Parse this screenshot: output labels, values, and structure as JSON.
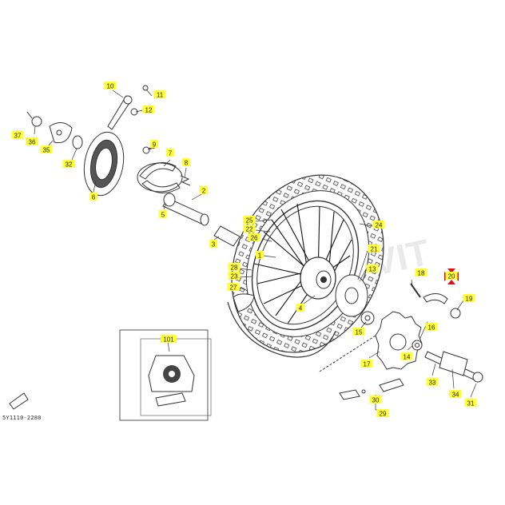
{
  "diagram_code": "5Y1110-2280",
  "watermark_text": "VIT",
  "colors": {
    "label_bg": "#ffff33",
    "ink": "#333333",
    "target": "#e01010"
  },
  "labels": [
    {
      "id": "10",
      "text": "10"
    },
    {
      "id": "11",
      "text": "11"
    },
    {
      "id": "12",
      "text": "12"
    },
    {
      "id": "37",
      "text": "37"
    },
    {
      "id": "36",
      "text": "36"
    },
    {
      "id": "35",
      "text": "35"
    },
    {
      "id": "32",
      "text": "32"
    },
    {
      "id": "6",
      "text": "6"
    },
    {
      "id": "9",
      "text": "9"
    },
    {
      "id": "7",
      "text": "7"
    },
    {
      "id": "8",
      "text": "8"
    },
    {
      "id": "5",
      "text": "5"
    },
    {
      "id": "2",
      "text": "2"
    },
    {
      "id": "3",
      "text": "3"
    },
    {
      "id": "25",
      "text": "25"
    },
    {
      "id": "22",
      "text": "22"
    },
    {
      "id": "26",
      "text": "26"
    },
    {
      "id": "24",
      "text": "24"
    },
    {
      "id": "1",
      "text": "1"
    },
    {
      "id": "28",
      "text": "28"
    },
    {
      "id": "23",
      "text": "23"
    },
    {
      "id": "27",
      "text": "27"
    },
    {
      "id": "21",
      "text": "21"
    },
    {
      "id": "13",
      "text": "13"
    },
    {
      "id": "4",
      "text": "4"
    },
    {
      "id": "18",
      "text": "18"
    },
    {
      "id": "20",
      "text": "20"
    },
    {
      "id": "19",
      "text": "19"
    },
    {
      "id": "15",
      "text": "15"
    },
    {
      "id": "16",
      "text": "16"
    },
    {
      "id": "14",
      "text": "14"
    },
    {
      "id": "17",
      "text": "17"
    },
    {
      "id": "33",
      "text": "33"
    },
    {
      "id": "34",
      "text": "34"
    },
    {
      "id": "31",
      "text": "31"
    },
    {
      "id": "30",
      "text": "30"
    },
    {
      "id": "29",
      "text": "29"
    },
    {
      "id": "101",
      "text": "101"
    }
  ]
}
